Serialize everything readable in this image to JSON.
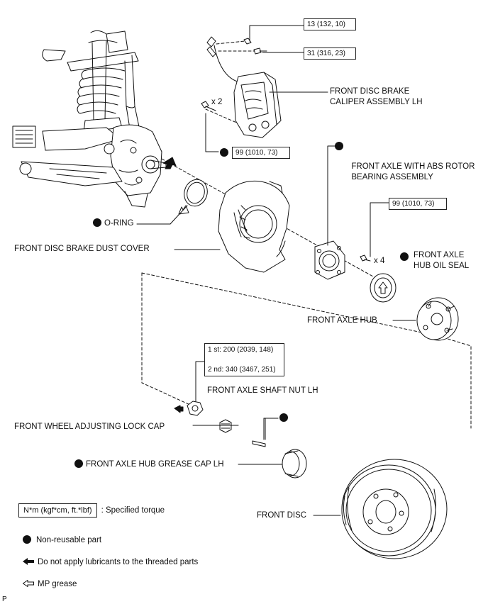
{
  "labels": {
    "caliper": "FRONT DISC BRAKE\nCALIPER ASSEMBLY LH",
    "axle_abs": "FRONT AXLE WITH ABS ROTOR\nBEARING ASSEMBLY",
    "o_ring": "O-RING",
    "dust_cover": "FRONT DISC BRAKE DUST COVER",
    "hub_oil_seal": "FRONT AXLE\nHUB OIL SEAL",
    "axle_hub": "FRONT AXLE HUB",
    "shaft_nut": "FRONT AXLE SHAFT NUT LH",
    "lock_cap": "FRONT WHEEL ADJUSTING LOCK CAP",
    "grease_cap": "FRONT AXLE HUB GREASE CAP LH",
    "front_disc": "FRONT DISC"
  },
  "torques": {
    "t1": "13 (132, 10)",
    "t2": "31 (316, 23)",
    "t3": "99 (1010, 73)",
    "t4": "99 (1010, 73)",
    "nut_1st": "1 st: 200 (2039, 148)",
    "nut_2nd": "2 nd: 340 (3467, 251)"
  },
  "quantities": {
    "x2": "x 2",
    "x4": "x 4"
  },
  "legend": {
    "unit_box": "N*m (kgf*cm, ft.*lbf)",
    "unit_text": ": Specified torque",
    "non_reusable": "Non-reusable part",
    "no_lube": "Do not apply lubricants to the threaded parts",
    "mp_grease": "MP grease"
  },
  "corner_mark": "P",
  "colors": {
    "ink": "#111111",
    "background": "#ffffff"
  }
}
